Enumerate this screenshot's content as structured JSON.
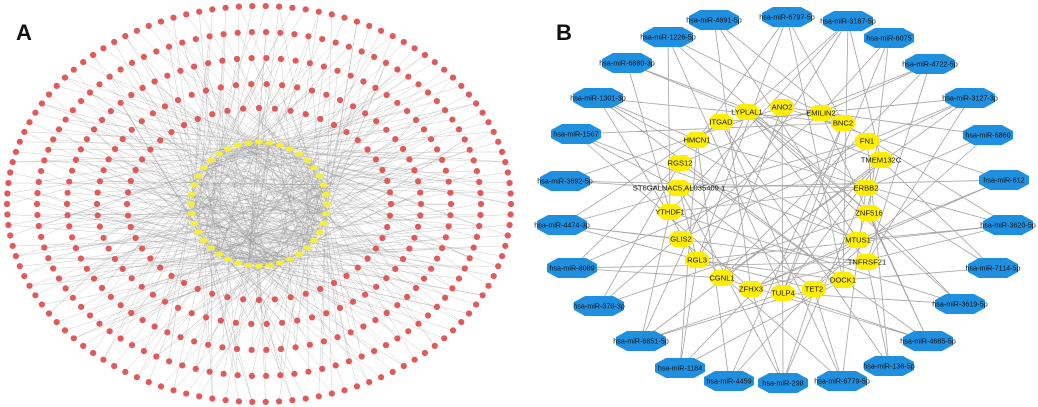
{
  "figure": {
    "panel_a_label": "A",
    "panel_b_label": "B",
    "colors": {
      "mirna_a": "#e05a5a",
      "gene_a": "#f5ef3a",
      "mirna_b": "#1f8fe0",
      "gene_b": "#ffee00",
      "edge": "#9a9a9a"
    }
  },
  "panel_b": {
    "mirnas": [
      "hsa-miR-4691-5p",
      "hsa-miR-6797-5p",
      "hsa-miR-3187-5p",
      "hsa-miR-6075",
      "hsa-miR-4722-5p",
      "hsa-miR-3127-3p",
      "hsa-miR-6860",
      "hsa-miR-612",
      "hsa-miR-3620-5p",
      "hsa-miR-7114-5p",
      "hsa-miR-3619-5p",
      "hsa-miR-4685-5p",
      "hsa-miR-138-5p",
      "hsa-miR-6779-5p",
      "hsa-miR-298",
      "hsa-miR-4459",
      "hsa-miR-1184",
      "hsa-miR-6851-5p",
      "hsa-miR-370-3p",
      "hsa-miR-8089",
      "hsa-miR-4474-3p",
      "hsa-miR-3692-5p",
      "hsa-miR-1567",
      "hsa-miR-1301-3p",
      "hsa-miR-6880-3p",
      "hsa-miR-1226-5p"
    ],
    "genes": [
      "LYPLAL1",
      "ANO2",
      "EMILIN2",
      "BNC2",
      "FN1",
      "TMEM132C",
      "ERBB2",
      "ZNF516",
      "MTUS1",
      "TNFRSF21",
      "DOCK1",
      "TET2",
      "TULP4",
      "ZFHX3",
      "CGNL1",
      "RGL3",
      "GLIS2",
      "YTHDF1",
      "ST6GALNAC5,AL035409.1",
      "RGS12",
      "HMCN1",
      "ITGAD"
    ]
  }
}
